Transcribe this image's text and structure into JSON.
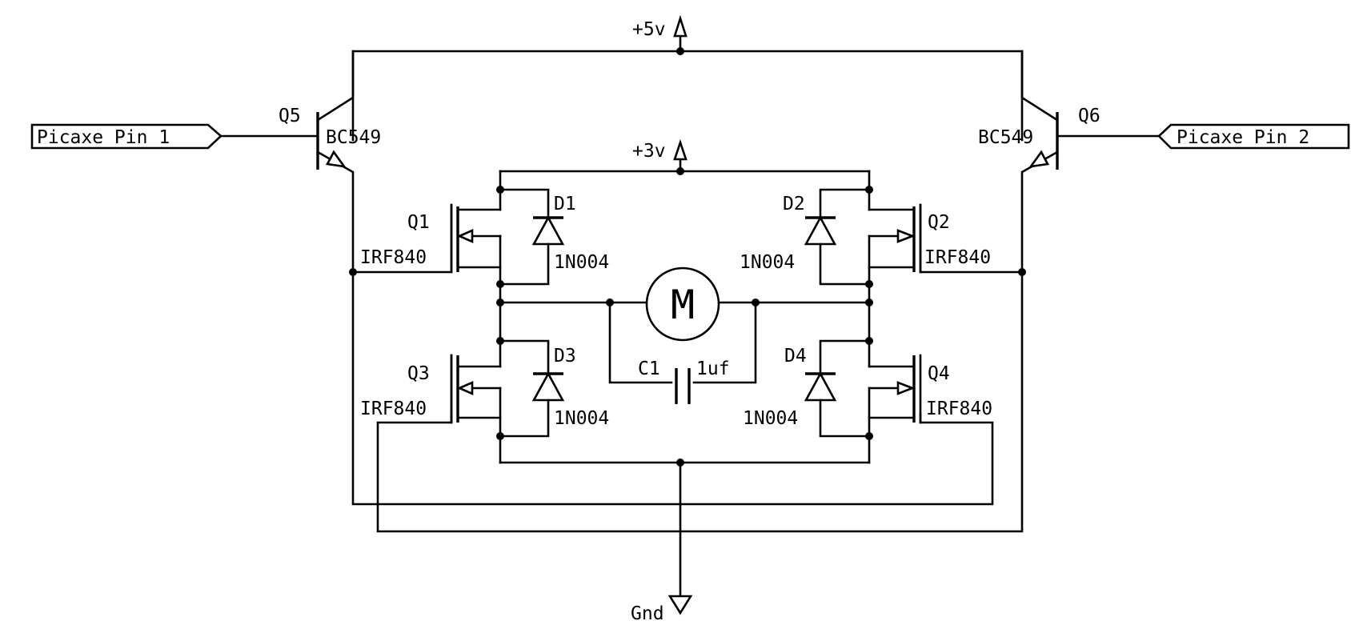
{
  "ports": {
    "in1": "Picaxe Pin 1",
    "in2": "Picaxe Pin 2"
  },
  "supplies": {
    "v5": "+5v",
    "v3": "+3v",
    "gnd": "Gnd"
  },
  "transistors": {
    "q5": {
      "ref": "Q5",
      "part": "BC549"
    },
    "q6": {
      "ref": "Q6",
      "part": "BC549"
    }
  },
  "mosfets": {
    "q1": {
      "ref": "Q1",
      "part": "IRF840"
    },
    "q2": {
      "ref": "Q2",
      "part": "IRF840"
    },
    "q3": {
      "ref": "Q3",
      "part": "IRF840"
    },
    "q4": {
      "ref": "Q4",
      "part": "IRF840"
    }
  },
  "diodes": {
    "d1": {
      "ref": "D1",
      "part": "1N004"
    },
    "d2": {
      "ref": "D2",
      "part": "1N004"
    },
    "d3": {
      "ref": "D3",
      "part": "1N004"
    },
    "d4": {
      "ref": "D4",
      "part": "1N004"
    }
  },
  "capacitor": {
    "ref": "C1",
    "value": "1uf"
  },
  "motor": {
    "symbol": "M"
  }
}
